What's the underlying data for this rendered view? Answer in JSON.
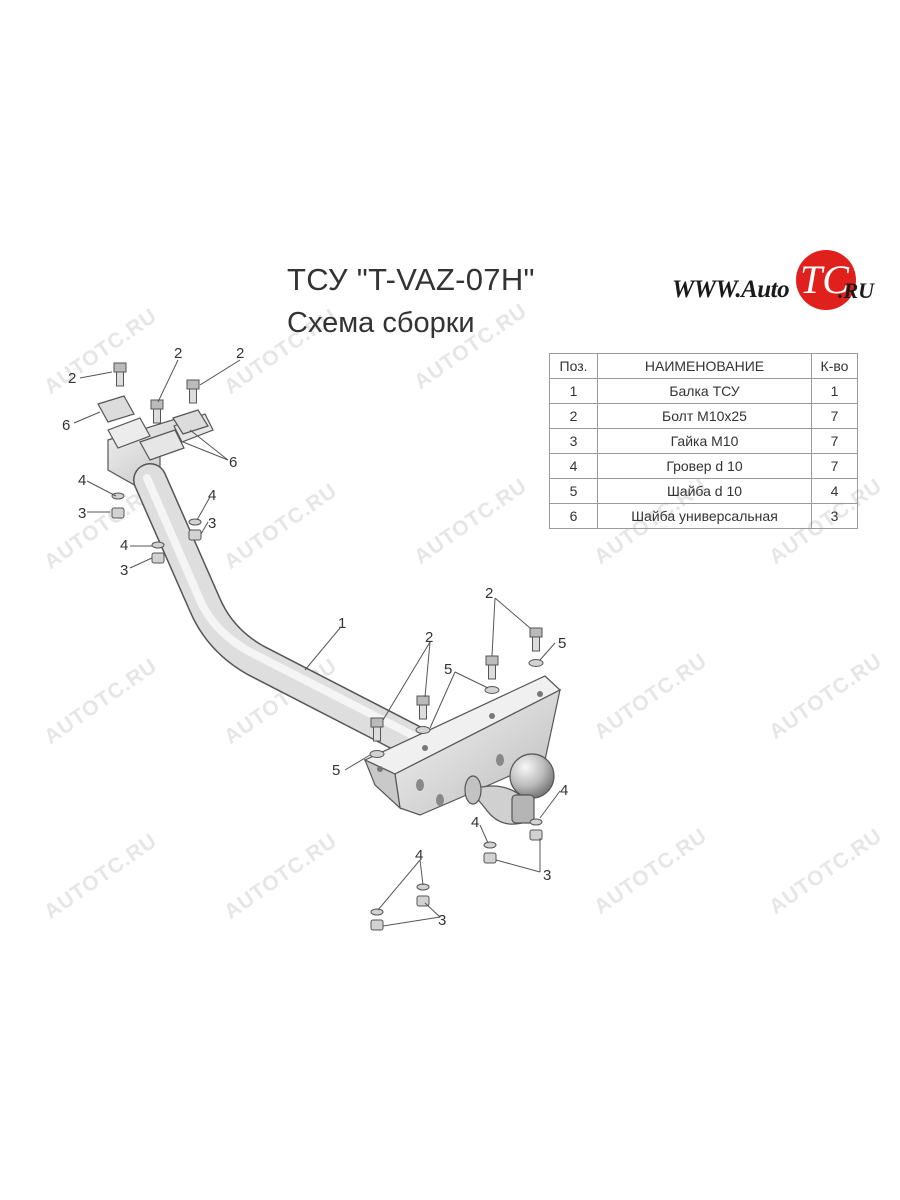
{
  "title": "ТСУ \"T-VAZ-07H\"",
  "subtitle": "Схема сборки",
  "logo": {
    "www": "WWW.Auto",
    "tc": "TC",
    "ru": ".RU",
    "circle_color": "#e0201c"
  },
  "watermark": "AUTOTC.RU",
  "parts_table": {
    "headers": [
      "Поз.",
      "НАИМЕНОВАНИЕ",
      "К-во"
    ],
    "rows": [
      [
        "1",
        "Балка ТСУ",
        "1"
      ],
      [
        "2",
        "Болт М10х25",
        "7"
      ],
      [
        "3",
        "Гайка М10",
        "7"
      ],
      [
        "4",
        "Гровер d 10",
        "7"
      ],
      [
        "5",
        "Шайба d 10",
        "4"
      ],
      [
        "6",
        "Шайба универсальная",
        "3"
      ]
    ]
  },
  "callouts": [
    "1",
    "2",
    "3",
    "4",
    "5",
    "6"
  ]
}
